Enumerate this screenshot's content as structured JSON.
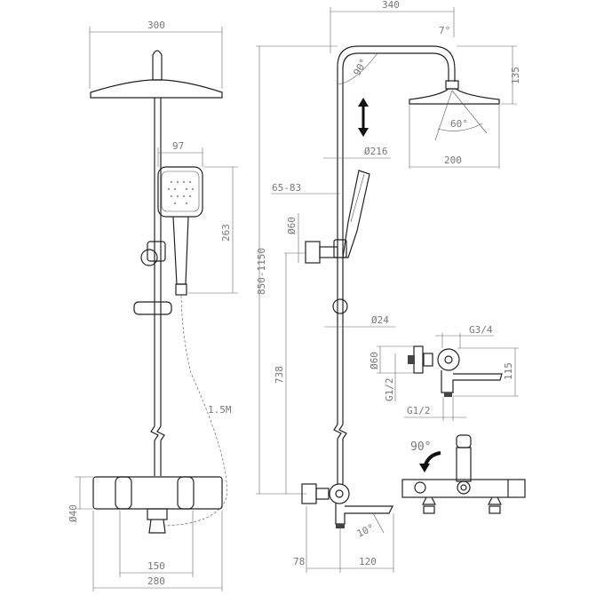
{
  "front_view": {
    "head_width": "300",
    "handshower_width": "97",
    "handshower_height": "263",
    "hose_length": "1.5M",
    "mixer_diameter": "Ø40",
    "inlet_spacing": "150",
    "mixer_width": "280"
  },
  "side_view": {
    "arm_reach": "340",
    "head_tilt": "7°",
    "head_drop": "135",
    "arm_bend": "90°",
    "spray_angle": "60°",
    "rod_diameter": "Ø216",
    "head_diameter": "200",
    "holder_offset": "65-83",
    "holder_diameter": "Ø60",
    "total_height": "850-1150",
    "slider_diameter": "Ø24",
    "mixer_to_holder": "738",
    "mixer_depth": "78",
    "spout_reach": "120",
    "spout_angle": "10°"
  },
  "connection_detail": {
    "top_thread": "G3/4",
    "flange_diameter": "Ø60",
    "wall_thread": "G1/2",
    "bottom_thread": "G1/2",
    "height": "115"
  },
  "top_view": {
    "rotation": "90°"
  }
}
